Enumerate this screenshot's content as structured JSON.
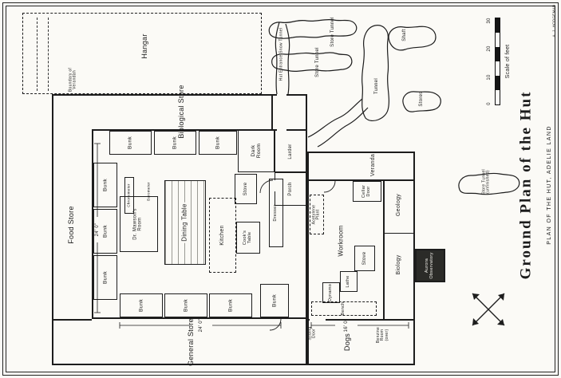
{
  "drawing": {
    "title": "Ground Plan of the Hut",
    "subtitle": "PLAN OF THE HUT, ADELIE LAND",
    "credit": "A. J. HODGEMAN",
    "scale_label": "Scale of feet",
    "scale_ticks": [
      "30",
      "20",
      "10",
      "0"
    ],
    "icons": {
      "compass": "compass-rose-icon"
    }
  },
  "outbuildings": {
    "hangar": "Hangar",
    "boundary_note": "Boundary of Verandah"
  },
  "tunnels": {
    "store1": "Store Tunnel",
    "store2": "Store Tunnel",
    "entrance": "Hut Entrance Snow Tunnel",
    "shaft": "Shaft",
    "tunnel": "Tunnel",
    "stores": "Stores",
    "unfinished": "Store Tunnel (unfinished)"
  },
  "stores": {
    "food": "Food Store",
    "biological": "Biological Store",
    "general": "General Store",
    "dogs": "Dogs"
  },
  "rooms": {
    "dark": "Dark Room",
    "larder": "Larder",
    "porch": "Porch",
    "veranda": "Veranda",
    "cellar": "Cellar Door",
    "workroom": "Workroom",
    "geology": "Geology",
    "biology": "Biology",
    "mawson": "Dr. Mawson's Room",
    "aurora": "Aurora Observatory"
  },
  "furniture": {
    "bunk": "Bunk",
    "dining": "Dining Table",
    "kitchen": "Kitchen",
    "stove": "Stove",
    "cooks": "Cook's Table",
    "dresser": "Dresser",
    "lathe": "Lathe",
    "dynamo": "Dynamo",
    "bench": "Bench",
    "acetylene": "Acetylene Plant",
    "chronometer": "Chronometer",
    "barometer": "Barometer"
  },
  "annotations": {
    "sliding_door": "Sliding Door",
    "benzine": "Benzine Room (over)",
    "dim_main_width": "24' 0\"",
    "dim_main_height": "24' 0\"",
    "dim_workroom": "16' 0\""
  }
}
